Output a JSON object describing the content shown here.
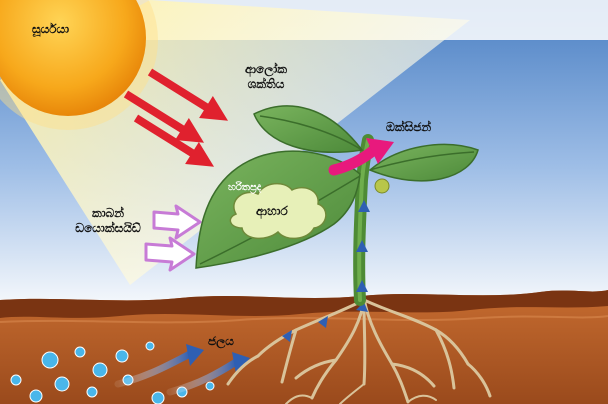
{
  "labels": {
    "sun": "සූර්යයා",
    "light_energy_line1": "ආලෝක",
    "light_energy_line2": "ශක්තිය",
    "oxygen": "ඔක්සිජන්",
    "chlorophyll": "හරිතප්‍රද",
    "food": "ආහාර",
    "carbon_dioxide_line1": "කාබන්",
    "carbon_dioxide_line2": "ඩයොක්සයිඩ්",
    "water": "ජලය"
  },
  "colors": {
    "sky_top": "#4f86c8",
    "sky_bottom": "#e6eef8",
    "sun": "#f7a81b",
    "light_beam": "#fff6a8",
    "light_arrow": "#e0212e",
    "oxygen_arrow": "#e8197d",
    "co2_arrow": "#c77bd6",
    "leaf": "#5f9a4a",
    "stem": "#4e8b35",
    "soil": "#b8612b",
    "soil_dark": "#7a3412",
    "root": "#d9c39a",
    "water_arrow": "#2e5fb3",
    "water_drop": "#49b6ea",
    "food_cloud": "#e7f0b8"
  }
}
